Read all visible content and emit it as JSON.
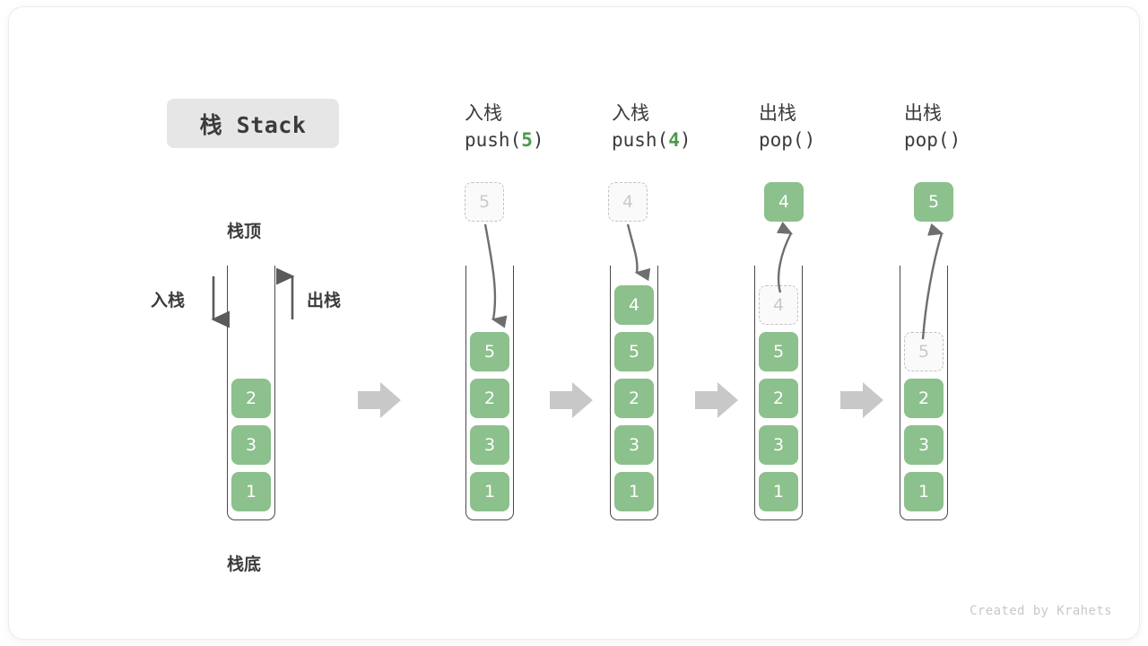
{
  "title": {
    "badge": "栈 Stack"
  },
  "legend": {
    "top_label": "栈顶",
    "bottom_label": "栈底",
    "push_label": "入栈",
    "pop_label": "出栈"
  },
  "credit": "Created by Krahets",
  "colors": {
    "cell_fill": "#8cc08c",
    "cell_text": "#ffffff",
    "ghost_fill": "#fafafa",
    "ghost_border": "#c2c2c2",
    "ghost_text": "#c9c9c9",
    "badge_bg": "#e6e6e6",
    "accent_green": "#4c9a4c",
    "arrow_gray": "#c8c8c8",
    "line_gray": "#6e6e6e",
    "container_border": "#4a4a4a"
  },
  "steps": [
    {
      "id": "initial",
      "head_cn": "",
      "head_code": "",
      "head_code_pre": "",
      "head_num": "",
      "head_code_post": "",
      "stack": [
        "2",
        "3",
        "1"
      ]
    },
    {
      "id": "push-5",
      "head_cn": "入栈",
      "head_code_pre": "push(",
      "head_num": "5",
      "head_code_post": ")",
      "floating_cell": {
        "value": "5",
        "style": "ghost",
        "position": "above"
      },
      "stack": [
        "5",
        "2",
        "3",
        "1"
      ]
    },
    {
      "id": "push-4",
      "head_cn": "入栈",
      "head_code_pre": "push(",
      "head_num": "4",
      "head_code_post": ")",
      "floating_cell": {
        "value": "4",
        "style": "ghost",
        "position": "above"
      },
      "stack": [
        "4",
        "5",
        "2",
        "3",
        "1"
      ]
    },
    {
      "id": "pop-4",
      "head_cn": "出栈",
      "head_code_pre": "pop(",
      "head_num": "",
      "head_code_post": ")",
      "floating_cell": {
        "value": "4",
        "style": "solid",
        "position": "above"
      },
      "stack_ghost_top": "4",
      "stack": [
        "5",
        "2",
        "3",
        "1"
      ]
    },
    {
      "id": "pop-5",
      "head_cn": "出栈",
      "head_code_pre": "pop(",
      "head_num": "",
      "head_code_post": ")",
      "floating_cell": {
        "value": "5",
        "style": "solid",
        "position": "above"
      },
      "stack_ghost_top": "5",
      "stack": [
        "2",
        "3",
        "1"
      ]
    }
  ]
}
